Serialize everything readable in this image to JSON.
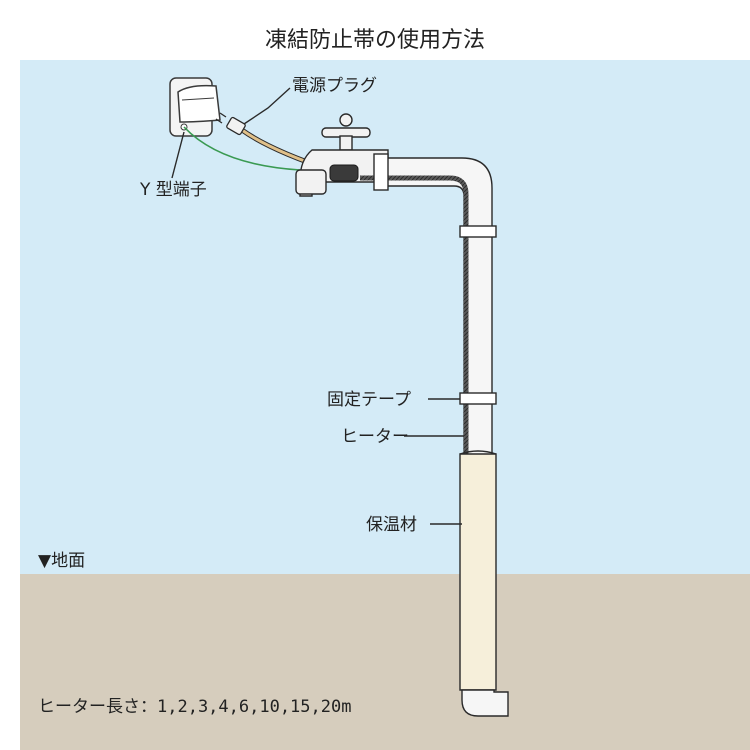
{
  "title": "凍結防止帯の使用方法",
  "labels": {
    "power_plug": "電源プラグ",
    "y_terminal": "Y 型端子",
    "fixing_tape": "固定テープ",
    "heater": "ヒーター",
    "insulation": "保温材",
    "ground": "▼地面"
  },
  "footer": "ヒーター長さ：1,2,3,4,6,10,15,20m",
  "colors": {
    "sky": "#d4ebf7",
    "ground": "#d6cdbd",
    "pipe": "#f6f6f6",
    "heater": "#4a4a4a",
    "insulation": "#f6efda",
    "cord": "#e0c089",
    "ground_wire": "#3a9a52"
  }
}
